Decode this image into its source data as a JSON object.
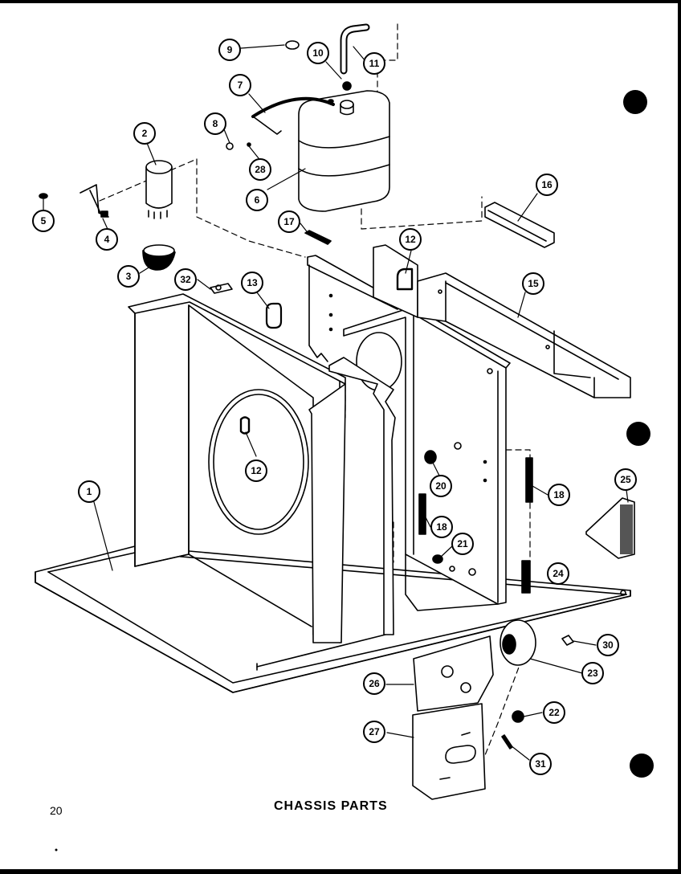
{
  "caption": "CHASSIS PARTS",
  "page_number": "20",
  "callouts": [
    {
      "id": "1",
      "label": "1"
    },
    {
      "id": "2",
      "label": "2"
    },
    {
      "id": "3",
      "label": "3"
    },
    {
      "id": "4",
      "label": "4"
    },
    {
      "id": "5",
      "label": "5"
    },
    {
      "id": "6",
      "label": "6"
    },
    {
      "id": "7",
      "label": "7"
    },
    {
      "id": "8",
      "label": "8"
    },
    {
      "id": "9",
      "label": "9"
    },
    {
      "id": "10",
      "label": "10"
    },
    {
      "id": "11",
      "label": "11"
    },
    {
      "id": "12a",
      "label": "12"
    },
    {
      "id": "12b",
      "label": "12"
    },
    {
      "id": "13",
      "label": "13"
    },
    {
      "id": "15",
      "label": "15"
    },
    {
      "id": "16",
      "label": "16"
    },
    {
      "id": "17",
      "label": "17"
    },
    {
      "id": "18a",
      "label": "18"
    },
    {
      "id": "18b",
      "label": "18"
    },
    {
      "id": "20",
      "label": "20"
    },
    {
      "id": "21",
      "label": "21"
    },
    {
      "id": "22",
      "label": "22"
    },
    {
      "id": "23",
      "label": "23"
    },
    {
      "id": "24",
      "label": "24"
    },
    {
      "id": "25",
      "label": "25"
    },
    {
      "id": "26",
      "label": "26"
    },
    {
      "id": "27",
      "label": "27"
    },
    {
      "id": "28",
      "label": "28"
    },
    {
      "id": "30",
      "label": "30"
    },
    {
      "id": "31",
      "label": "31"
    },
    {
      "id": "32",
      "label": "32"
    }
  ]
}
